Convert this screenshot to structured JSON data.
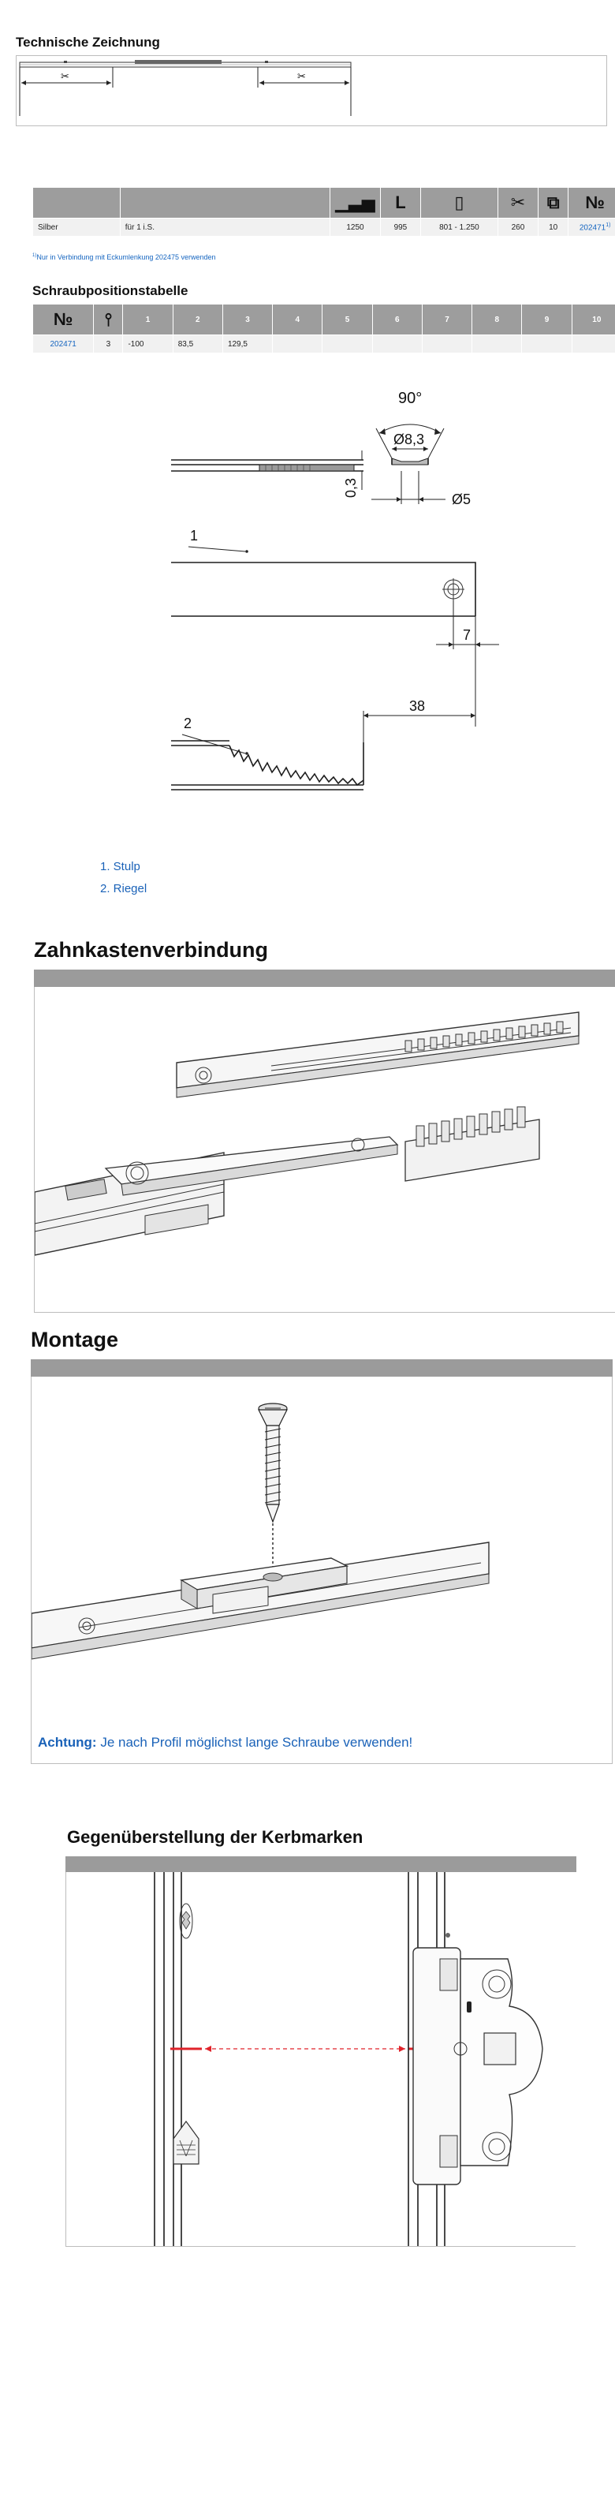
{
  "technical_drawing": {
    "title": "Technische Zeichnung",
    "length_label": "L"
  },
  "spec_table": {
    "header_icons": [
      "size-bars-icon",
      "length-icon",
      "sash-height-icon",
      "scissors-icon",
      "pack-icon",
      "number-sign-icon"
    ],
    "header_L": "L",
    "header_no": "№",
    "row": {
      "color": "Silber",
      "note": "für 1 i.S.",
      "col1": "1250",
      "col2": "995",
      "col3": "801 - 1.250",
      "col4": "260",
      "col5": "10",
      "article": "202471",
      "article_footnote": "1)"
    },
    "footnote_marker": "1)",
    "footnote": "Nur in Verbindung mit Eckumlenkung 202475 verwenden"
  },
  "screw_table": {
    "title": "Schraubpositionstabelle",
    "header_no": "№",
    "columns": [
      "1",
      "2",
      "3",
      "4",
      "5",
      "6",
      "7",
      "8",
      "9",
      "10"
    ],
    "row": {
      "article": "202471",
      "screws": "3",
      "values": [
        "-100",
        "83,5",
        "129,5",
        "",
        "",
        "",
        "",
        "",
        "",
        ""
      ]
    }
  },
  "detail_drawing": {
    "angle": "90°",
    "diameter_top": "Ø8,3",
    "thickness": "0,3",
    "diameter_bottom": "Ø5",
    "label_1": "1",
    "label_2": "2",
    "dim_7": "7",
    "dim_38": "38"
  },
  "legend": {
    "items": [
      "1. Stulp",
      "2. Riegel"
    ]
  },
  "zahnkasten": {
    "title": "Zahnkastenverbindung"
  },
  "montage": {
    "title": "Montage",
    "warning_bold": "Achtung:",
    "warning_text": " Je nach Profil möglichst lange Schraube verwenden!"
  },
  "kerbmarken": {
    "title": "Gegenüberstellung der Kerbmarken"
  },
  "colors": {
    "gray_bar": "#9b9b9b",
    "link_blue": "#1565c0",
    "accent_red": "#e0232b"
  }
}
